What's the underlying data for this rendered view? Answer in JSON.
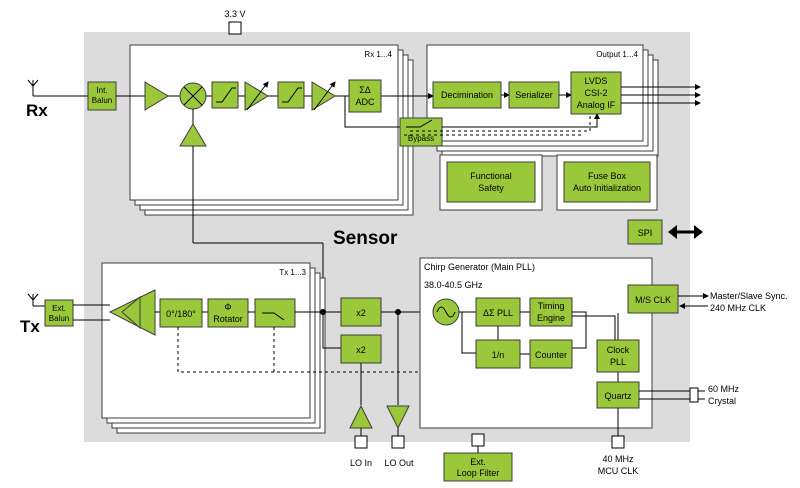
{
  "power": "3.3 V",
  "sensor_label": "Sensor",
  "rx": {
    "label": "Rx",
    "panel_title": "Rx 1...4",
    "balun": [
      "Int.",
      "Balun"
    ],
    "adc": [
      "ΣΔ",
      "ADC"
    ],
    "bypass": "Bypass"
  },
  "output": {
    "panel_title": "Output 1...4",
    "decimation": "Decimination",
    "serializer": "Serializer",
    "lvds": [
      "LVDS",
      "CSI-2",
      "Analog IF"
    ]
  },
  "functional_safety": [
    "Functional",
    "Safety"
  ],
  "fuse_box": [
    "Fuse Box",
    "Auto Initialization"
  ],
  "spi": "SPI",
  "tx": {
    "label": "Tx",
    "panel_title": "Tx 1...3",
    "balun": [
      "Ext.",
      "Balun"
    ],
    "phase": "0°/180°",
    "rotator": [
      "Φ",
      "Rotator"
    ],
    "x2_top": "x2",
    "x2_bottom": "x2"
  },
  "chirp": {
    "title": "Chirp Generator (Main PLL)",
    "freq": "38.0-40.5 GHz",
    "pll": "ΔΣ PLL",
    "timing": [
      "Timing",
      "Engine"
    ],
    "div": "1/n",
    "counter": "Counter"
  },
  "ms_clk": "M/S CLK",
  "ms_out": [
    "Master/Slave Sync.",
    "240 MHz CLK"
  ],
  "clock_pll": [
    "Clock",
    "PLL"
  ],
  "quartz": "Quartz",
  "crystal": [
    "60 MHz",
    "Crystal"
  ],
  "lo_in": "LO In",
  "lo_out": "LO Out",
  "loop_filter": [
    "Ext.",
    "Loop Filter"
  ],
  "mcu_clk": [
    "40 MHz",
    "MCU CLK"
  ]
}
